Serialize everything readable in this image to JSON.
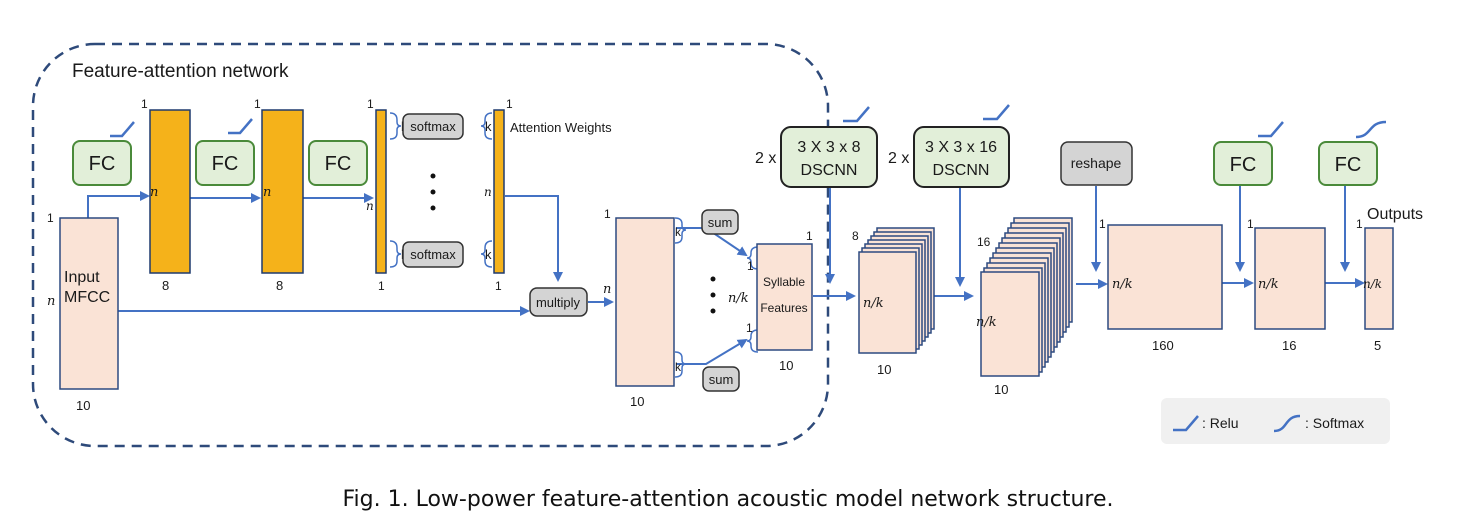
{
  "section_title": "Feature-attention network",
  "fc_label": "FC",
  "input_label_1": "Input",
  "input_label_2": "MFCC",
  "softmax_label": "softmax",
  "attention_label": "Attention Weights",
  "multiply_label": "multiply",
  "sum_label": "sum",
  "syllable_1": "Syllable",
  "syllable_2": "Features",
  "reshape_label": "reshape",
  "outputs_label": "Outputs",
  "dscnn_a": {
    "repeat": "2 x",
    "line1": "3 X 3 x 8",
    "line2": "DSCNN"
  },
  "dscnn_b": {
    "repeat": "2 x",
    "line1": "3 X 3 x 16",
    "line2": "DSCNN"
  },
  "dims": {
    "one": "1",
    "n": "n",
    "nk": "n/k",
    "k": "k",
    "d8": "8",
    "d10": "10",
    "d16": "16",
    "d160": "160",
    "d5": "5"
  },
  "legend": {
    "relu": ": Relu",
    "softmax": ": Softmax"
  },
  "caption": "Fig. 1.  Low-power feature-attention acoustic model network structure.",
  "colors": {
    "fc_fill": "#e2efd9",
    "fc_stroke": "#4a8a3a",
    "orange_fill": "#f5b21a",
    "orange_stroke": "#1f3a6e",
    "pink_fill": "#fae3d6",
    "pink_stroke": "#2d4a80",
    "grey_fill": "#d4d4d4",
    "grey_stroke": "#333333",
    "arrow": "#4472c4",
    "dash": "#2e4a7a"
  }
}
